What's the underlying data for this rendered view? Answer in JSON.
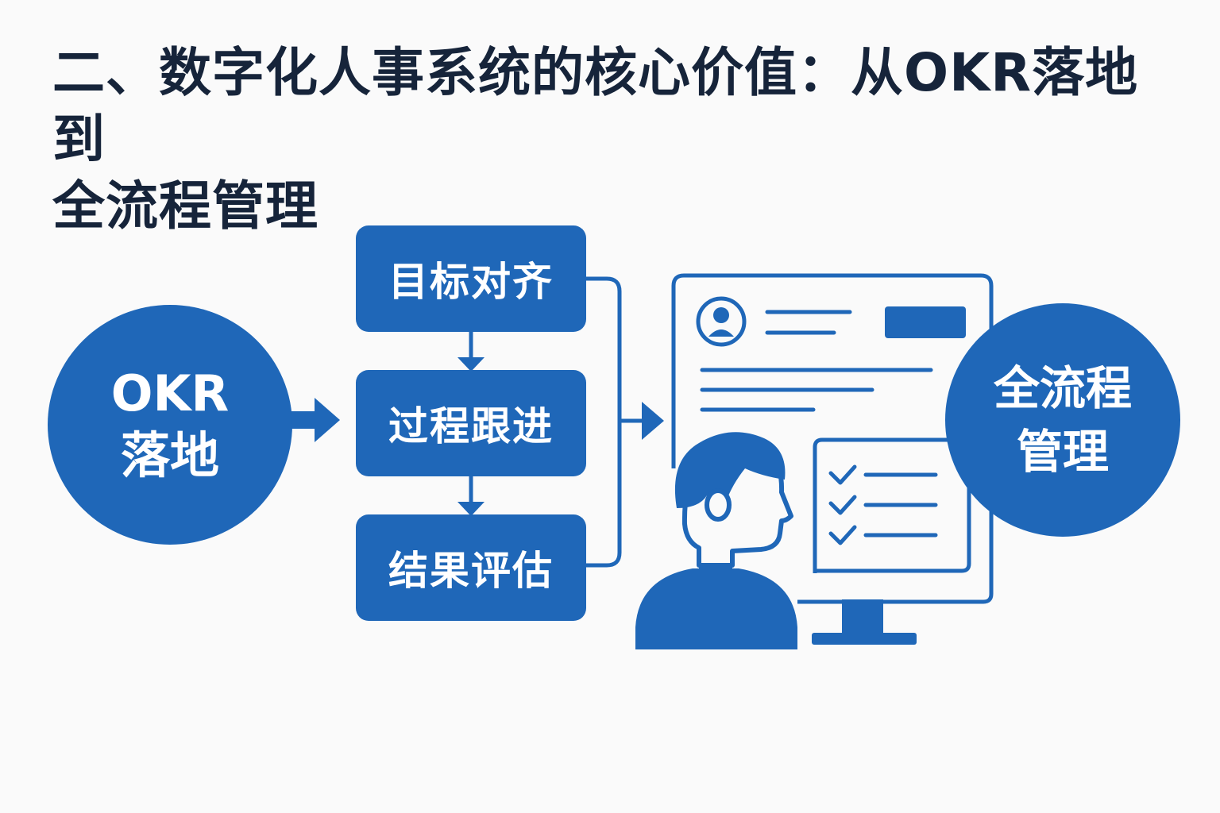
{
  "title": {
    "line1": "二、数字化人事系统的核心价值：从OKR落地到",
    "line2": "全流程管理"
  },
  "start_node": {
    "line1": "OKR",
    "line2": "落地"
  },
  "steps": [
    {
      "label": "目标对齐"
    },
    {
      "label": "过程跟进"
    },
    {
      "label": "结果评估"
    }
  ],
  "end_node": {
    "line1": "全流程",
    "line2": "管理"
  },
  "colors": {
    "primary": "#1f67b8",
    "title_text": "#16243a",
    "background": "#fafafa"
  },
  "icons": [
    "arrow-right-icon",
    "arrow-down-icon",
    "bracket-connector",
    "monitor-icon",
    "avatar-icon",
    "checklist-icon",
    "person-icon"
  ]
}
